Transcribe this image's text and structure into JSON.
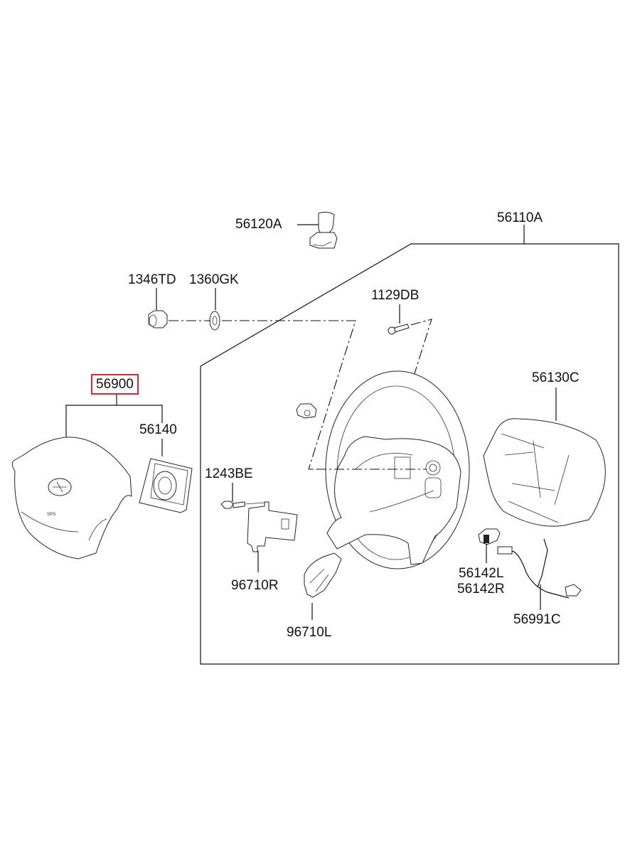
{
  "diagram": {
    "title": "Steering Wheel & Airbag Module Parts Diagram",
    "highlight_color": "#e0282c",
    "line_color": "#111111",
    "selected_part": "56900",
    "labels": {
      "p56120A": "56120A",
      "p56110A": "56110A",
      "p1346TD": "1346TD",
      "p1360GK": "1360GK",
      "p1129DB": "1129DB",
      "p56900": "56900",
      "p56140": "56140",
      "p56130C": "56130C",
      "p1243BE": "1243BE",
      "p96710R": "96710R",
      "p96710L": "96710L",
      "p56142L": "56142L",
      "p56142R": "56142R",
      "p56991C": "56991C"
    },
    "parts": [
      {
        "code": "56120A",
        "name": "damper-weight"
      },
      {
        "code": "56110A",
        "name": "steering-wheel-assembly"
      },
      {
        "code": "1346TD",
        "name": "nut"
      },
      {
        "code": "1360GK",
        "name": "washer"
      },
      {
        "code": "1129DB",
        "name": "tapping-screw"
      },
      {
        "code": "56900",
        "name": "airbag-module"
      },
      {
        "code": "56140",
        "name": "airbag-inflator"
      },
      {
        "code": "56130C",
        "name": "steering-wheel-lower-cover"
      },
      {
        "code": "1243BE",
        "name": "bolt"
      },
      {
        "code": "96710R",
        "name": "remote-control-switch-right"
      },
      {
        "code": "96710L",
        "name": "remote-control-switch-left"
      },
      {
        "code": "56142L",
        "name": "cover-left"
      },
      {
        "code": "56142R",
        "name": "cover-right"
      },
      {
        "code": "56991C",
        "name": "wiring-harness"
      }
    ]
  }
}
